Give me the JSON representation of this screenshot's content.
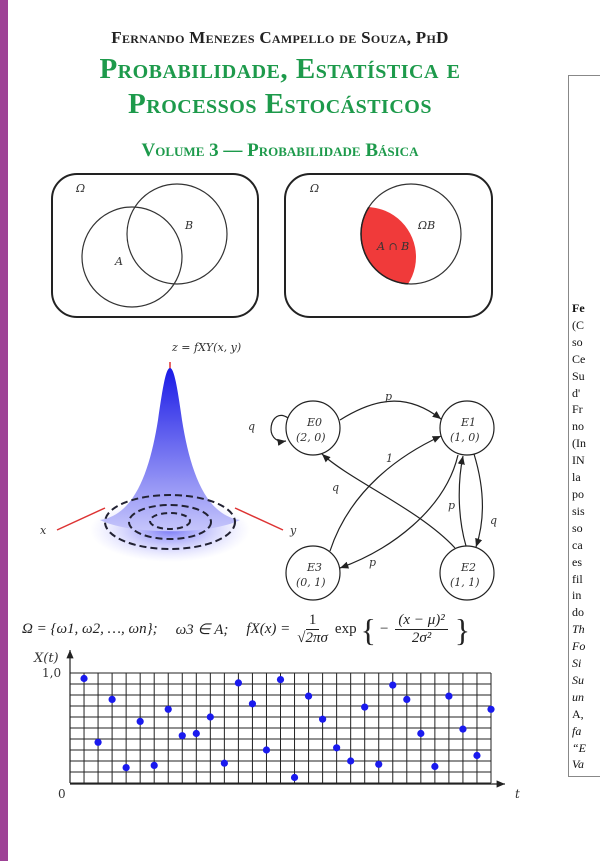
{
  "cover": {
    "author": "Fernando Menezes Campello de Souza, PhD",
    "title_line1": "Probabilidade, Estatística e",
    "title_line2": "Processos Estocásticos",
    "volume": "Volume 3 — Probabilidade Básica",
    "accent_color": "#1d9a4b",
    "spine_color": "#9e4296"
  },
  "venn_left": {
    "omega": "Ω",
    "a": "A",
    "b": "B"
  },
  "venn_right": {
    "omega": "Ω",
    "omega_b": "ΩB",
    "intersection": "A ∩ B",
    "fill": "#f03a3a"
  },
  "gaussian": {
    "z_label": "z = fXY(x, y)",
    "x_label": "x",
    "y_label": "y"
  },
  "markov": {
    "states": [
      {
        "name": "E0",
        "coords": "(2, 0)"
      },
      {
        "name": "E1",
        "coords": "(1, 0)"
      },
      {
        "name": "E2",
        "coords": "(1, 1)"
      },
      {
        "name": "E3",
        "coords": "(0, 1)"
      }
    ],
    "edges": {
      "e0_self": "q",
      "e0_e1": "p",
      "e3_e1": "1",
      "e2_e0": "q",
      "e2_e1": "p",
      "e1_e2": "q",
      "e1_e3": "p"
    }
  },
  "formula": {
    "omega_set": "Ω = {ω1, ω2, …, ωn};",
    "membership": "ω3 ∈ A;",
    "lhs": "fX(x) =",
    "frac_num": "1",
    "frac_den": "√2πσ",
    "exp": "exp",
    "exp_num": "(x − μ)²",
    "exp_den": "2σ²"
  },
  "chart_data": {
    "type": "scatter",
    "ylabel": "X(t)",
    "xlabel": "t",
    "origin_label": "0",
    "ytick_label": "1,0",
    "ylim": [
      0,
      1
    ],
    "x": [
      1,
      2,
      3,
      4,
      5,
      6,
      7,
      8,
      9,
      10,
      11,
      12,
      13,
      14,
      15,
      16,
      17,
      18,
      19,
      20,
      21,
      22,
      23,
      24,
      25,
      26,
      27,
      28,
      29,
      30
    ],
    "values": [
      0.95,
      0.37,
      0.76,
      0.14,
      0.56,
      0.16,
      0.67,
      0.43,
      0.45,
      0.6,
      0.18,
      0.91,
      0.72,
      0.3,
      0.94,
      0.05,
      0.79,
      0.58,
      0.32,
      0.2,
      0.69,
      0.17,
      0.89,
      0.76,
      0.45,
      0.15,
      0.79,
      0.49,
      0.25,
      0.67
    ],
    "grid_columns": 30,
    "grid_rows": 10,
    "point_color": "#1a1aee"
  },
  "back_cover_fragments": [
    "Fe",
    "(C",
    "so",
    "Ce",
    "Su",
    "d'",
    "Fr",
    "no",
    "(In",
    "IN",
    "la",
    "po",
    "sis",
    "so",
    "ca",
    "es",
    "fil",
    "in",
    "do",
    "Th",
    "Fo",
    "Si",
    "Su",
    "un",
    "A,",
    "fa",
    "“E",
    "Va"
  ]
}
